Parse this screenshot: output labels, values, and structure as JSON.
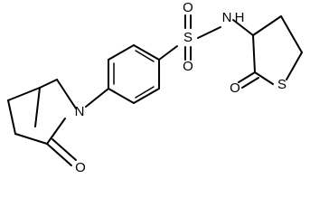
{
  "molecule": {
    "atoms": {
      "pyrrolidinone_n": "N",
      "pyrrolidinone_o": "O",
      "sulfonyl_s": "S",
      "sulfonyl_o_top": "O",
      "sulfonyl_o_bottom": "O",
      "amide_n": "N",
      "amide_h": "H",
      "thiolactone_s": "S",
      "thiolactone_o": "O"
    }
  }
}
